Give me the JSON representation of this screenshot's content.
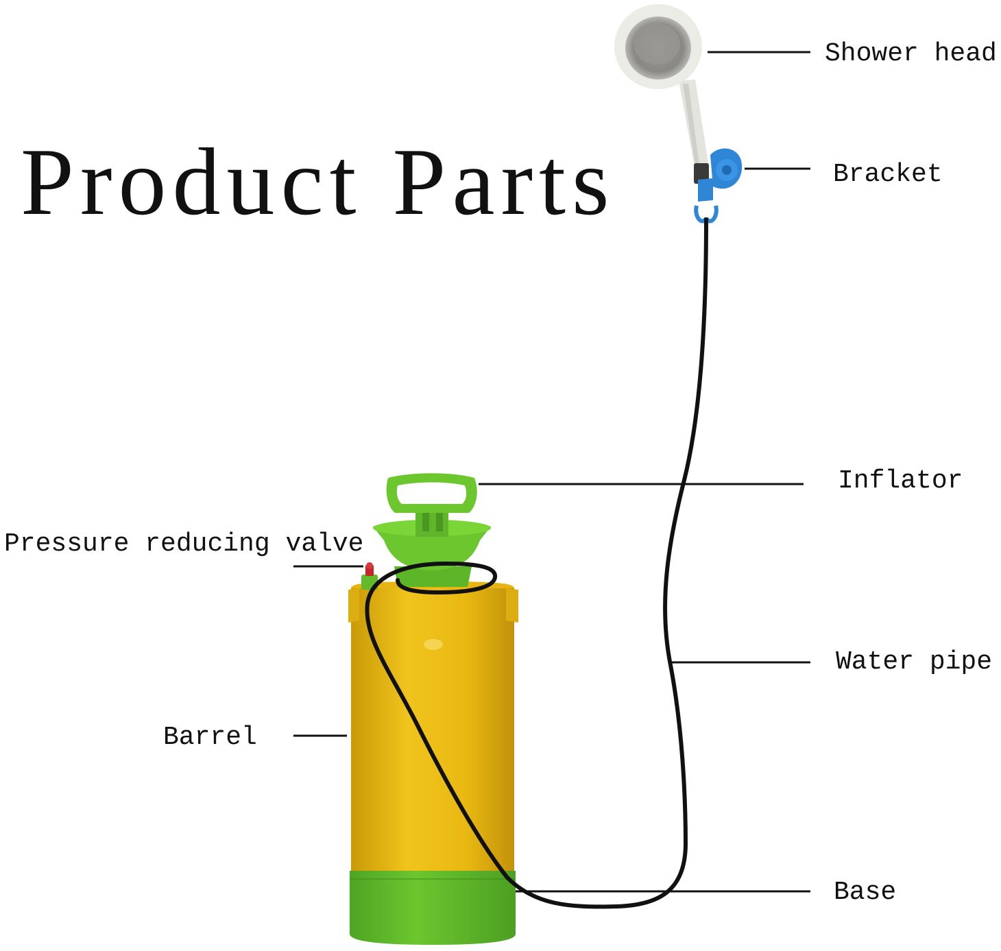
{
  "title": "Product Parts",
  "labels": {
    "shower_head": "Shower head",
    "bracket": "Bracket",
    "inflator": "Inflator",
    "pressure_reducing_valve": "Pressure reducing valve",
    "water_pipe": "Water pipe",
    "barrel": "Barrel",
    "base": "Base"
  },
  "colors": {
    "barrel": "#e8b814",
    "green": "#6cc02a",
    "base": "#5cb82c",
    "bracket": "#2f86d6",
    "shower_head": "#e4e4df",
    "hose": "#111111",
    "valve": "#c8252a"
  }
}
